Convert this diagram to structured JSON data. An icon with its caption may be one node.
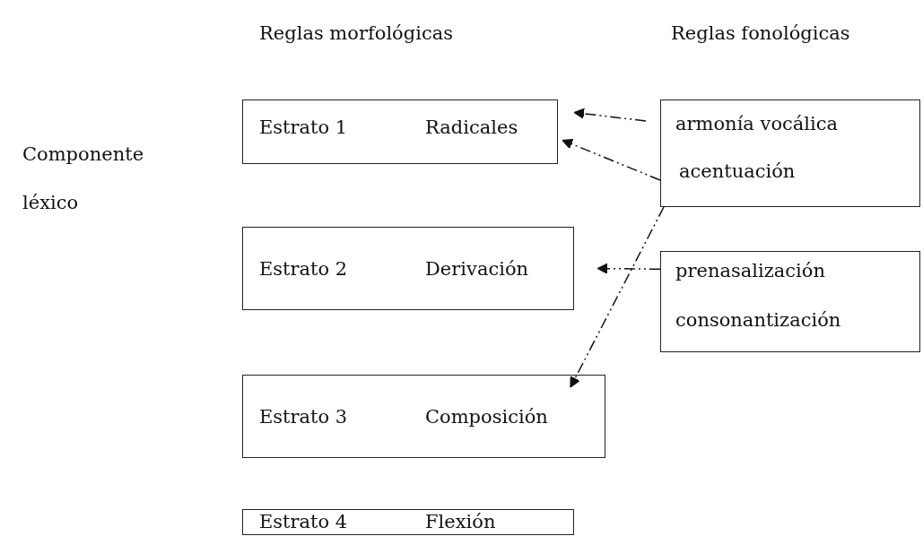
{
  "diagram": {
    "nodes": [
      {
        "text": [
          "Estrato 1",
          "Radicales"
        ]
      },
      {
        "text": [
          "Estrato 2",
          "Derivación"
        ]
      },
      {
        "text": [
          "Estrato 3",
          "Composición"
        ]
      },
      {
        "text": [
          "Estrato 4",
          "Flexión"
        ]
      },
      {
        "text": [
          "armonía vocálica",
          "acentuación"
        ]
      },
      {
        "text": [
          "prenasalización",
          "consonantización"
        ]
      }
    ],
    "edges": [
      {
        "from": 4,
        "to": 0,
        "arrow": "to",
        "style": "dashed"
      },
      {
        "from": 4,
        "to": 0,
        "arrow": "to",
        "style": "dashed"
      },
      {
        "from": 4,
        "to": 2,
        "arrow": "to",
        "style": "dashed"
      },
      {
        "from": 5,
        "to": 1,
        "arrow": "to",
        "style": "dashed"
      }
    ],
    "labels": [
      "Reglas morfológicas",
      "Reglas fonológicas",
      "Componente léxico"
    ]
  }
}
